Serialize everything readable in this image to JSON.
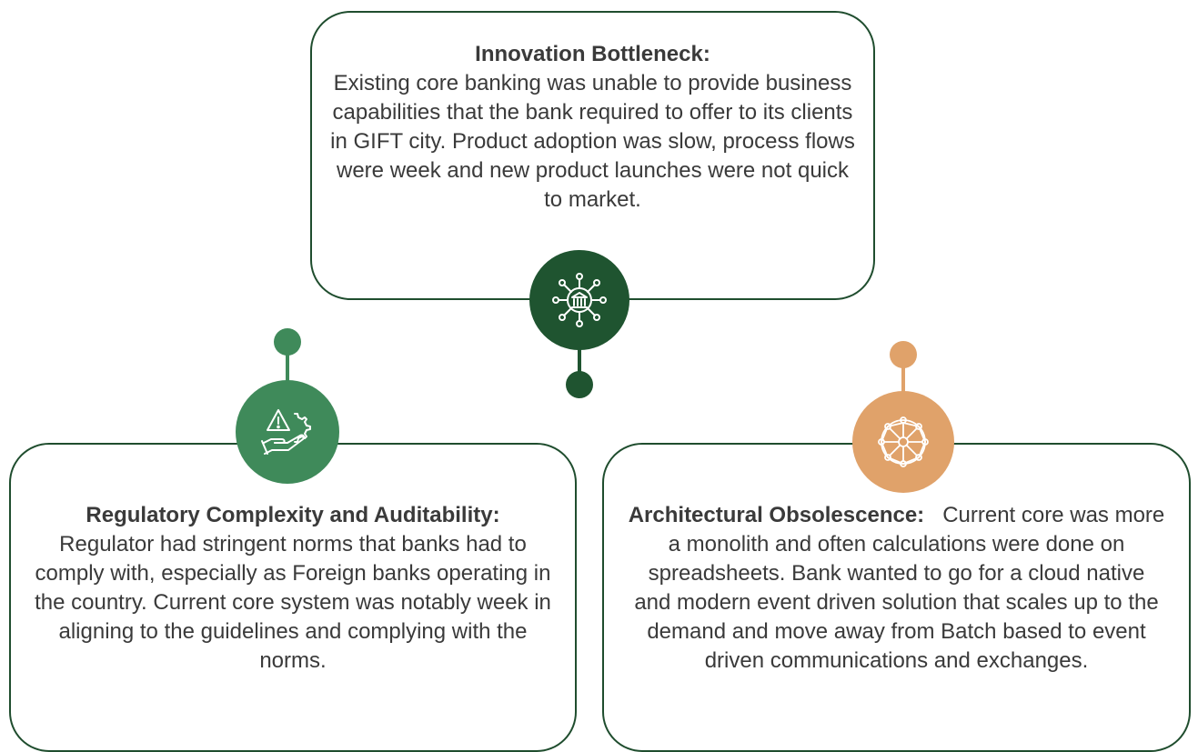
{
  "colors": {
    "dark_green": "#1f5430",
    "medium_green": "#3f8a5a",
    "orange": "#e0a26a",
    "border": "#1f4d2e",
    "text": "#3a3a3a"
  },
  "cards": {
    "innovation": {
      "title": "Innovation Bottleneck:",
      "body": "Existing core banking was unable to provide business capabilities that the bank required to offer to its clients in GIFT city. Product adoption was slow, process flows were week and new product launches were not quick to market.",
      "icon": "bank-network-icon"
    },
    "regulatory": {
      "title": "Regulatory Complexity and Auditability:",
      "body": "Regulator had stringent norms that banks had to comply with, especially as Foreign banks operating in the country. Current core system was notably week in aligning to the guidelines and complying with the norms.",
      "icon": "hand-gear-warning-icon"
    },
    "architectural": {
      "title": "Architectural Obsolescence:",
      "body": "Current core was more a monolith and often calculations were done on spreadsheets. Bank wanted to go for a cloud native and modern event driven solution that scales up to the demand and move away from Batch based to event driven communications and exchanges.",
      "icon": "network-mesh-icon"
    }
  }
}
